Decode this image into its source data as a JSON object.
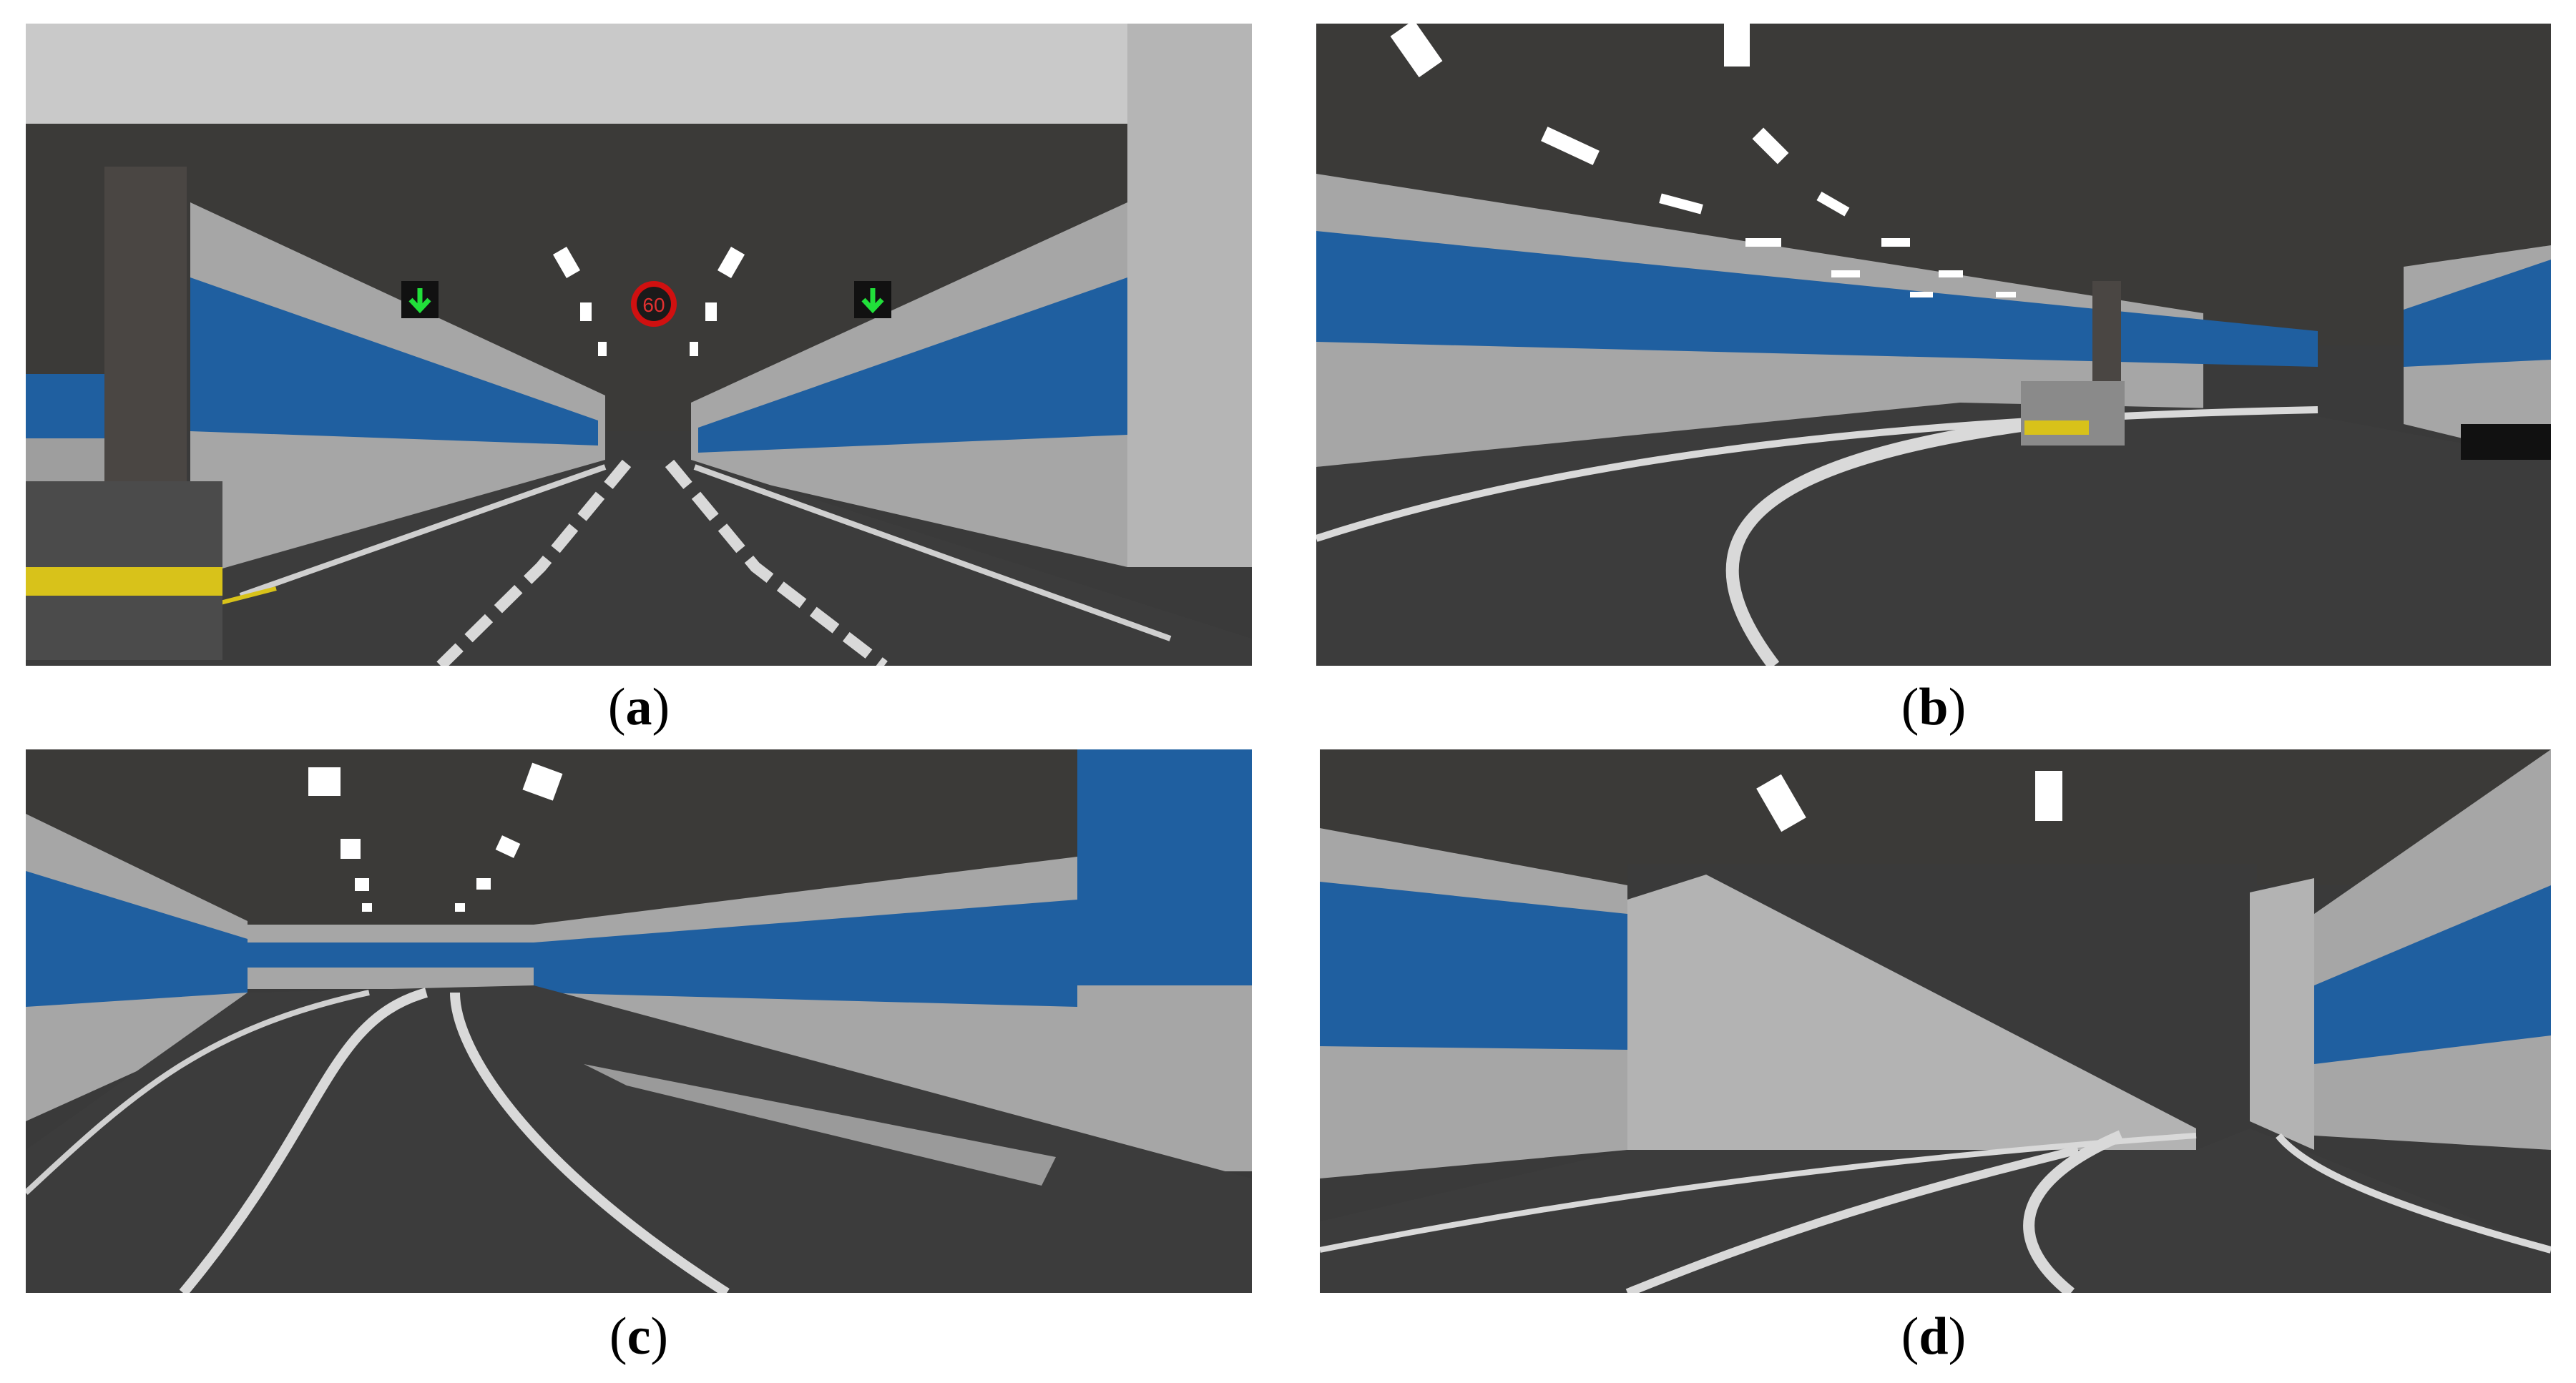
{
  "figure": {
    "panels": [
      {
        "id": "a",
        "caption_open": "(",
        "caption_letter": "a",
        "caption_close": ")",
        "speed_sign_text": "60",
        "signs": [
          "down-arrow-sign-left",
          "down-arrow-sign-right"
        ]
      },
      {
        "id": "b",
        "caption_open": "(",
        "caption_letter": "b",
        "caption_close": ")"
      },
      {
        "id": "c",
        "caption_open": "(",
        "caption_letter": "c",
        "caption_close": ")"
      },
      {
        "id": "d",
        "caption_open": "(",
        "caption_letter": "d",
        "caption_close": ")"
      }
    ]
  },
  "colors": {
    "ceiling": "#3b3a38",
    "wall_grey": "#a6a6a6",
    "wall_blue": "#1f5fa0",
    "road": "#3c3c3c",
    "lane_white": "#d9d9d9",
    "speed_sign_red": "#d01010",
    "arrow_green": "#21e03a",
    "hazard_yellow": "#d8c21a"
  }
}
